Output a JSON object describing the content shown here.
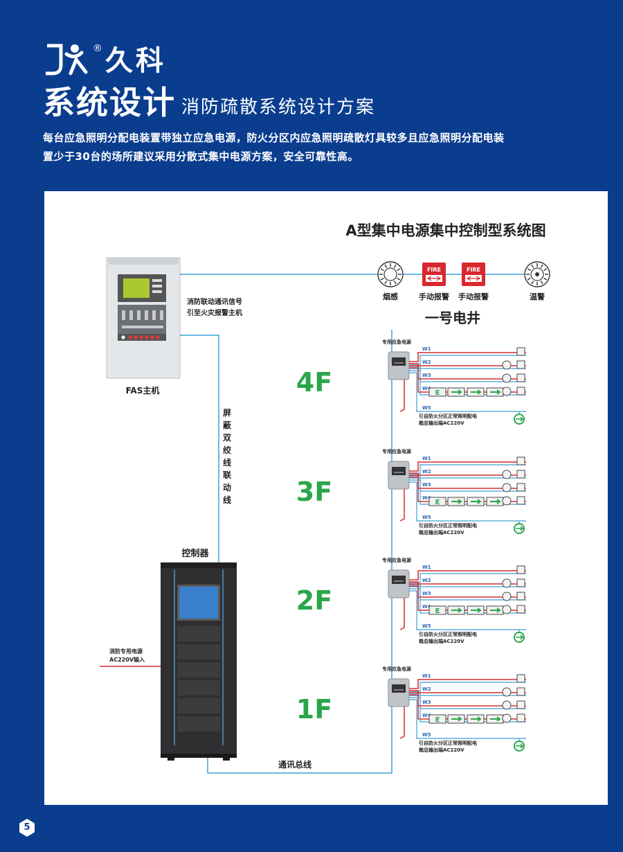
{
  "brand": {
    "logo_text": "久科",
    "registered": "®"
  },
  "header": {
    "title_main": "系统设计",
    "title_sub": "消防疏散系统设计方案",
    "intro_line1": "每台应急照明分配电装置带独立应急电源，防火分区内应急照明疏散灯具较多且应急照明分配电装",
    "intro_line2": "置少于30台的场所建议采用分散式集中电源方案，安全可靠性高。"
  },
  "diagram": {
    "title": "A型集中电源集中控制型系统图",
    "fas_label": "FAS主机",
    "signal_note_line1": "消防联动通讯信号",
    "signal_note_line2": "引至火灾报警主机",
    "cable_label": [
      "屏",
      "蔽",
      "双",
      "绞",
      "线",
      "联",
      "动",
      "线"
    ],
    "controller_label": "控制器",
    "power_in_line1": "消防专用电源",
    "power_in_line2": "AC220V输入",
    "bus_label": "通讯总线",
    "shaft_label": "一号电井",
    "devices": [
      "烟感",
      "手动报警",
      "手动报警",
      "温警"
    ],
    "fire_text": "FIRE",
    "floors": [
      "4F",
      "3F",
      "2F",
      "1F"
    ],
    "box_label": "专用应急电源",
    "circuits": [
      "W1",
      "W2",
      "W3",
      "W4",
      "W5"
    ],
    "source_note_line1": "引自防火分区正常照明配电",
    "source_note_line2": "箱总输出端AC220V",
    "exit_sign_letter": "E"
  },
  "colors": {
    "brand_blue": "#0b3d8f",
    "floor_green": "#2aa64a",
    "wire_red": "#d52b2b",
    "wire_blue": "#3b9fd6"
  },
  "page_number": "5"
}
